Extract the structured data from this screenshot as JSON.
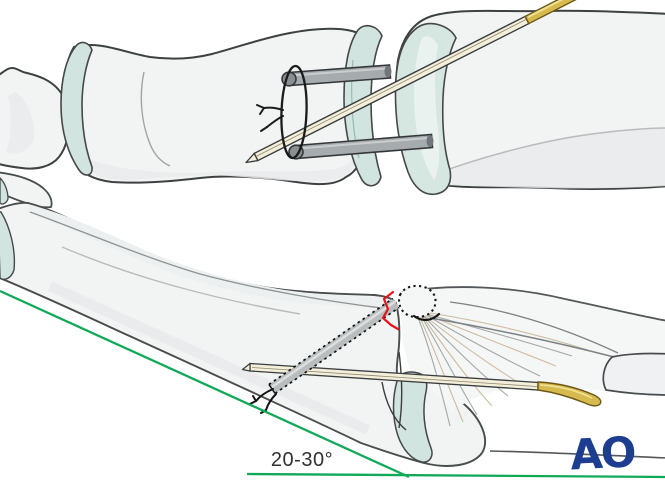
{
  "figure": {
    "type": "surgical-technique-illustration",
    "panels": [
      {
        "id": "top",
        "elements": [
          "partial-distal-bone",
          "articular-cartilage",
          "upper-fixation-pin",
          "lower-fixation-pin",
          "cerclage-wire-loop",
          "twisted-wire-knot",
          "oblique-k-wire",
          "k-wire-gold-end"
        ]
      },
      {
        "id": "bottom",
        "elements": [
          "adjacent-bone",
          "flexed-phalanx",
          "dorsal-avulsion-fragment",
          "fracture-line",
          "intraosseous-k-wire-dashed",
          "twisted-wire-knot",
          "axial-k-wire",
          "bent-gold-wire-end",
          "extensor-tendon-fan",
          "condyle-cartilage",
          "angle-reference-lines"
        ]
      }
    ]
  },
  "annotations": {
    "angle_label": "20-30°",
    "logo_text": "AO"
  },
  "colors": {
    "background": "#ffffff",
    "annotation_green": "#0fa958",
    "fracture_red": "#e5131a",
    "logo_blue": "#1d3d91",
    "cartilage_teal": "#d2e4df",
    "bone_fill": "#f2f3f3",
    "outline_dark": "#3e4142",
    "pin_gray": "#a6abad",
    "wire_cream": "#f4efdb",
    "wire_gold": "#d7ba4e",
    "suture_black": "#1b1b1b"
  }
}
